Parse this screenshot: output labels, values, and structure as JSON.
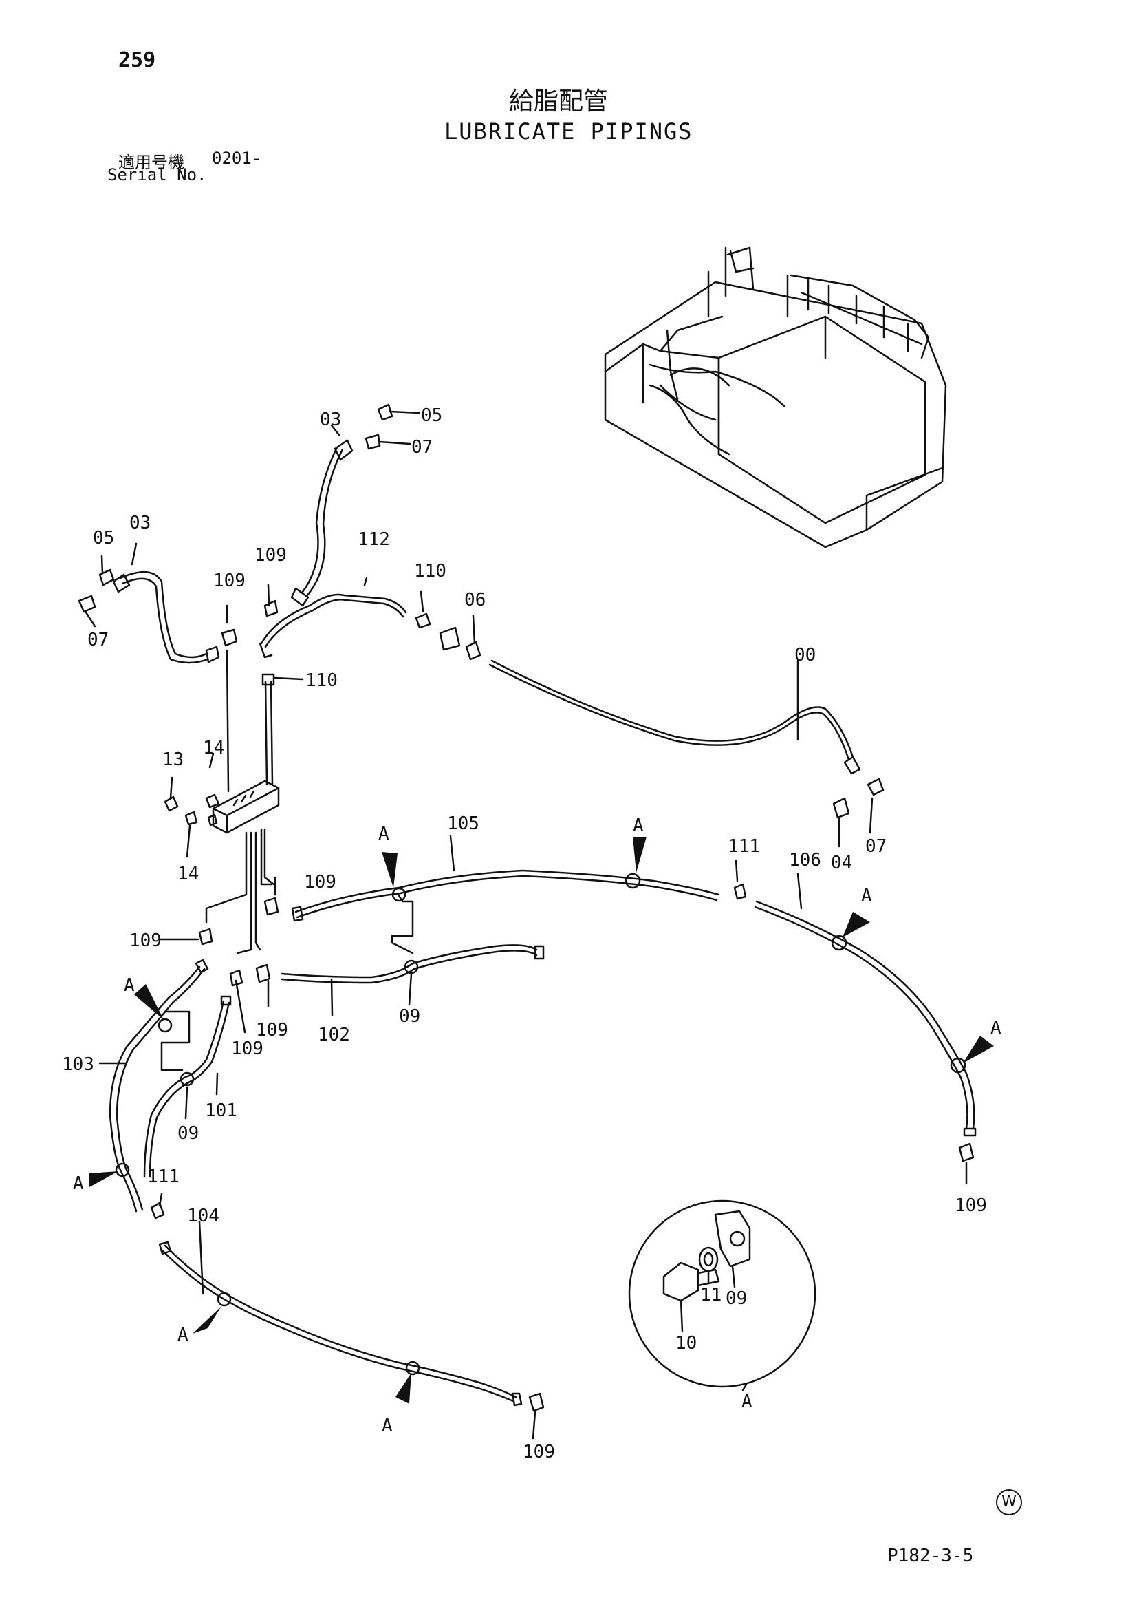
{
  "page": {
    "number": "259",
    "title_jp": "給脂配管",
    "title_en": "LUBRICATE PIPINGS",
    "serial_label_jp": "適用号機",
    "serial_value": "0201-",
    "serial_label_en": "Serial No.",
    "figure_code": "P182-3-5",
    "w_mark": "W"
  },
  "diagram": {
    "parts": [
      {
        "id": "03a",
        "text": "03"
      },
      {
        "id": "05a",
        "text": "05"
      },
      {
        "id": "07a",
        "text": "07"
      },
      {
        "id": "05b",
        "text": "05"
      },
      {
        "id": "03b",
        "text": "03"
      },
      {
        "id": "07b",
        "text": "07"
      },
      {
        "id": "109a",
        "text": "109"
      },
      {
        "id": "109b",
        "text": "109"
      },
      {
        "id": "112",
        "text": "112"
      },
      {
        "id": "110a",
        "text": "110"
      },
      {
        "id": "06",
        "text": "06"
      },
      {
        "id": "110b",
        "text": "110"
      },
      {
        "id": "00",
        "text": "00"
      },
      {
        "id": "13",
        "text": "13"
      },
      {
        "id": "14a",
        "text": "14"
      },
      {
        "id": "14b",
        "text": "14"
      },
      {
        "id": "04",
        "text": "04"
      },
      {
        "id": "07c",
        "text": "07"
      },
      {
        "id": "105",
        "text": "105"
      },
      {
        "id": "111a",
        "text": "111"
      },
      {
        "id": "106",
        "text": "106"
      },
      {
        "id": "109c",
        "text": "109"
      },
      {
        "id": "109d",
        "text": "109"
      },
      {
        "id": "109e",
        "text": "109"
      },
      {
        "id": "109f",
        "text": "109"
      },
      {
        "id": "102",
        "text": "102"
      },
      {
        "id": "09a",
        "text": "09"
      },
      {
        "id": "103",
        "text": "103"
      },
      {
        "id": "101",
        "text": "101"
      },
      {
        "id": "09b",
        "text": "09"
      },
      {
        "id": "109g",
        "text": "109"
      },
      {
        "id": "111b",
        "text": "111"
      },
      {
        "id": "104",
        "text": "104"
      },
      {
        "id": "10",
        "text": "10"
      },
      {
        "id": "11",
        "text": "11"
      },
      {
        "id": "09c",
        "text": "09"
      },
      {
        "id": "109h",
        "text": "109"
      }
    ],
    "section_markers": [
      {
        "id": "A1",
        "text": "A"
      },
      {
        "id": "A2",
        "text": "A"
      },
      {
        "id": "A3",
        "text": "A"
      },
      {
        "id": "A4",
        "text": "A"
      },
      {
        "id": "A5",
        "text": "A"
      },
      {
        "id": "A6",
        "text": "A"
      },
      {
        "id": "A7",
        "text": "A"
      },
      {
        "id": "A8",
        "text": "A"
      },
      {
        "id": "A9",
        "text": "A"
      }
    ]
  }
}
